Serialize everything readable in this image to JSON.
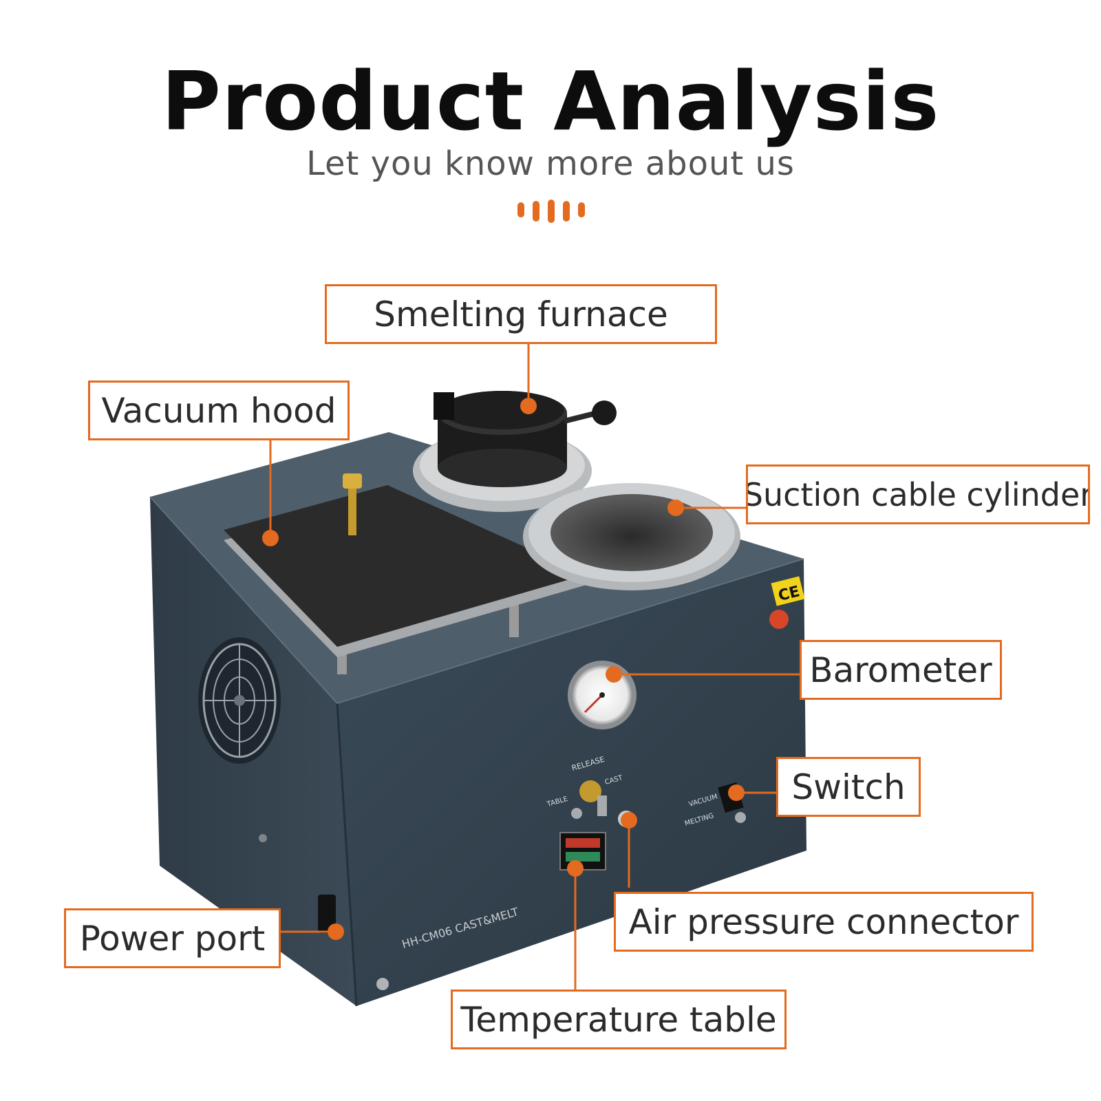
{
  "header": {
    "title": "Product Analysis",
    "subtitle": "Let you know more about us"
  },
  "accent_color": "#e36a1f",
  "product": {
    "front_label": "HH-CM06 CAST&MELT",
    "panel_release": "RELEASE",
    "panel_cast": "CAST",
    "panel_table": "TABLE",
    "panel_vacuum": "VACUUM",
    "panel_melting": "MELTING",
    "badge": "CE"
  },
  "callouts": [
    {
      "id": "smelting-furnace",
      "label": "Smelting furnace"
    },
    {
      "id": "vacuum-hood",
      "label": "Vacuum hood"
    },
    {
      "id": "suction-cable-cylinder",
      "label": "Suction cable cylinder"
    },
    {
      "id": "barometer",
      "label": "Barometer"
    },
    {
      "id": "switch",
      "label": "Switch"
    },
    {
      "id": "air-pressure-connector",
      "label": "Air pressure connector"
    },
    {
      "id": "power-port",
      "label": "Power port"
    },
    {
      "id": "temperature-table",
      "label": "Temperature table"
    }
  ]
}
